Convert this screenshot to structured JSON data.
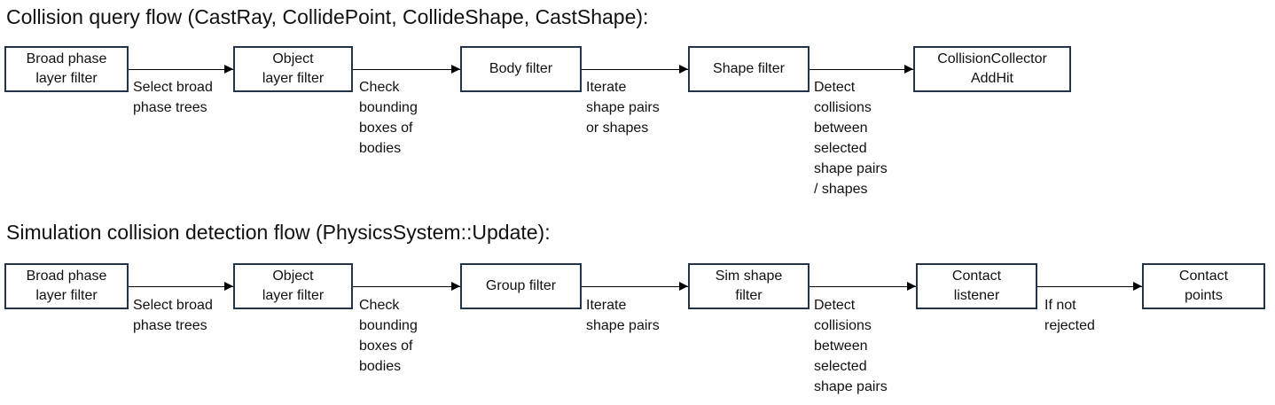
{
  "diagram": {
    "colors": {
      "background": "#ffffff",
      "box_border": "#22344a",
      "text": "#111111",
      "arrow": "#000000"
    },
    "flows": [
      {
        "title": "Collision query flow (CastRay, CollidePoint, CollideShape, CastShape):",
        "nodes": [
          {
            "label": "Broad phase\nlayer filter"
          },
          {
            "label": "Object\nlayer filter"
          },
          {
            "label": "Body filter"
          },
          {
            "label": "Shape filter"
          },
          {
            "label": "CollisionCollector\nAddHit"
          }
        ],
        "edges": [
          {
            "label": "Select broad\nphase trees"
          },
          {
            "label": "Check\nbounding\nboxes of\nbodies"
          },
          {
            "label": "Iterate\nshape pairs\nor shapes"
          },
          {
            "label": "Detect\ncollisions\nbetween\nselected\nshape pairs\n/ shapes"
          }
        ]
      },
      {
        "title": "Simulation collision detection flow (PhysicsSystem::Update):",
        "nodes": [
          {
            "label": "Broad phase\nlayer filter"
          },
          {
            "label": "Object\nlayer filter"
          },
          {
            "label": "Group filter"
          },
          {
            "label": "Sim shape\nfilter"
          },
          {
            "label": "Contact\nlistener"
          },
          {
            "label": "Contact\npoints"
          }
        ],
        "edges": [
          {
            "label": "Select broad\nphase trees"
          },
          {
            "label": "Check\nbounding\nboxes of\nbodies"
          },
          {
            "label": "Iterate\nshape pairs"
          },
          {
            "label": "Detect\ncollisions\nbetween\nselected\nshape pairs"
          },
          {
            "label": "If not\nrejected"
          }
        ]
      }
    ]
  }
}
